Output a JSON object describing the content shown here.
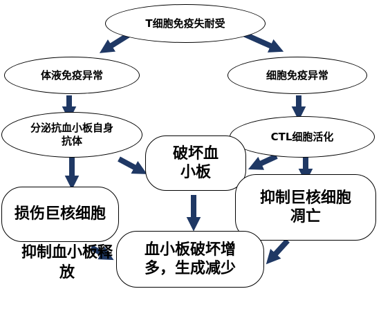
{
  "nodes": {
    "t_cell_tolerance": "T细胞免疫失耐受",
    "humoral_abnormal": "体液免疫异常",
    "cellular_abnormal": "细胞免疫异常",
    "autoantibody": "分泌抗血小板自身抗体",
    "ctl_activation": "CTL细胞活化",
    "platelet_destruction": "破坏血小板",
    "megakaryocyte_damage": "损伤巨核细胞",
    "inhibit_release": "抑制血小板释放",
    "megakaryocyte_apoptosis": "抑制巨核细胞凋亡",
    "result": "血小板破坏增多，生成减少"
  },
  "colors": {
    "arrow": "#1f3864",
    "border": "#000000",
    "background": "#ffffff"
  }
}
